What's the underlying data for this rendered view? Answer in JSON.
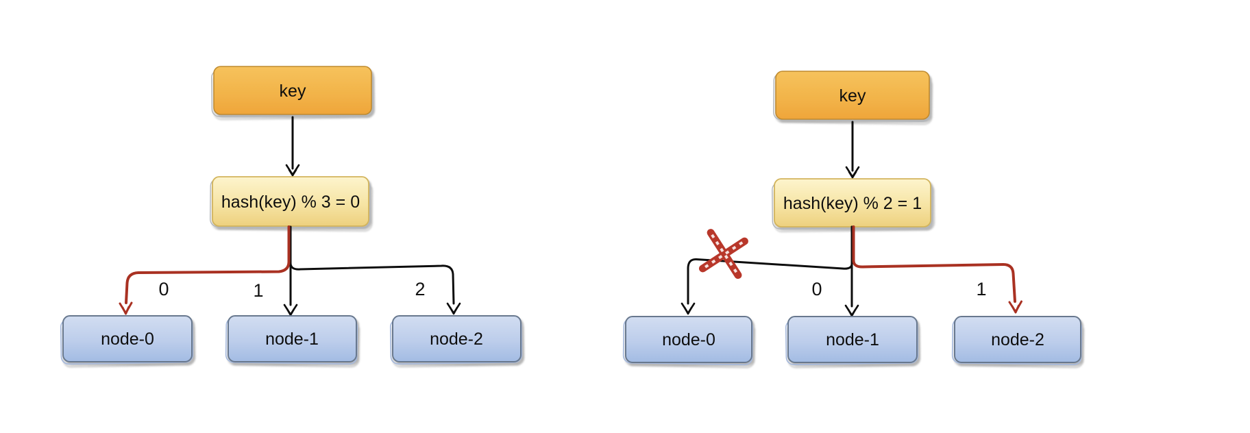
{
  "canvas": {
    "background": "#ffffff"
  },
  "colors": {
    "key_box_top": "#f6c25c",
    "key_box_bottom": "#efa53a",
    "key_box_border": "#bf8a2e",
    "hash_box_top": "#fdf4cd",
    "hash_box_bottom": "#edd07e",
    "hash_box_border": "#d2b45b",
    "node_box_top": "#d2ddf1",
    "node_box_bottom": "#a2bbe3",
    "node_box_border": "#67788e",
    "arrow_black": "#0d0d0d",
    "highlight_red": "#a93122",
    "cross_out_red": "#b8372a"
  },
  "diagrams": [
    {
      "id": "mod-3",
      "key_label": "key",
      "hash_label": "hash(key) % 3 = 0",
      "branch_labels": [
        "0",
        "1",
        "2"
      ],
      "nodes": [
        "node-0",
        "node-1",
        "node-2"
      ],
      "highlighted_branch": "0",
      "highlighted_node": "node-0"
    },
    {
      "id": "mod-2",
      "key_label": "key",
      "hash_label": "hash(key) % 2 = 1",
      "branch_labels": [
        "0",
        "1"
      ],
      "nodes": [
        "node-0",
        "node-1",
        "node-2"
      ],
      "highlighted_branch": "1",
      "highlighted_node": "node-2",
      "crossed_out_branch_to": "node-0"
    }
  ]
}
